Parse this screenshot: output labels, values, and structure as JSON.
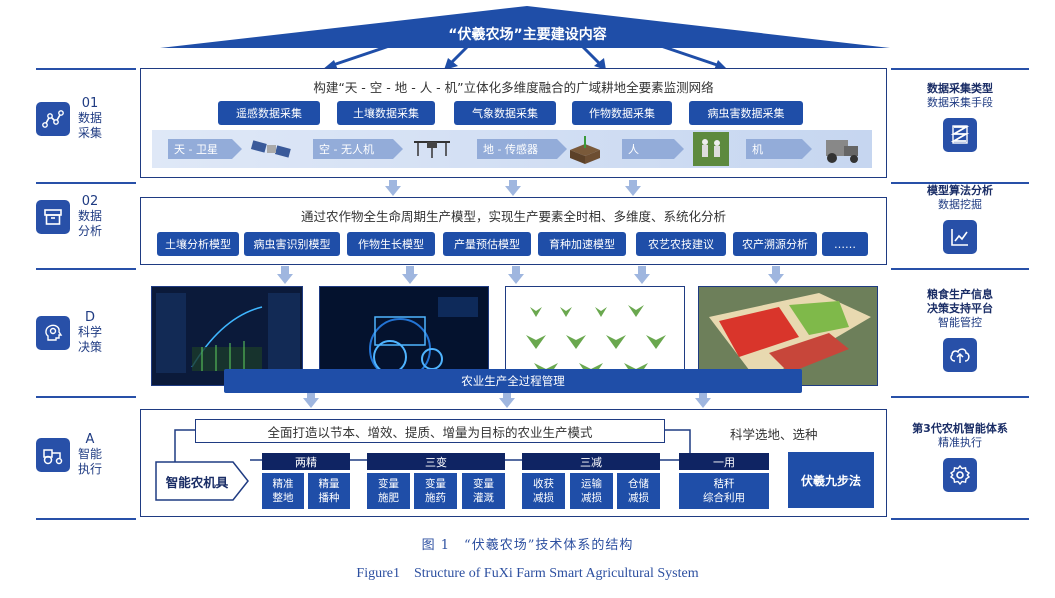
{
  "header": {
    "title": "“伏羲农场”主要建设内容"
  },
  "layers": [
    {
      "num": "01",
      "name1": "数据",
      "name2": "采集"
    },
    {
      "num": "02",
      "name1": "数据",
      "name2": "分析"
    },
    {
      "num": "D",
      "name1": "科学",
      "name2": "决策"
    },
    {
      "num": "A",
      "name1": "智能",
      "name2": "执行"
    }
  ],
  "right": [
    {
      "title": "数据采集类型",
      "sub": "数据采集手段"
    },
    {
      "title": "模型算法分析",
      "sub": "数据挖掘"
    },
    {
      "title1": "粮食生产信息",
      "title2": "决策支持平台",
      "sub": "智能管控"
    },
    {
      "title": "第3代农机智能体系",
      "sub": "精准执行"
    }
  ],
  "collect": {
    "title": "构建“天 - 空 - 地 - 人 - 机”立体化多维度融合的广域耕地全要素监测网络",
    "chips": [
      "遥感数据采集",
      "土壤数据采集",
      "气象数据采集",
      "作物数据采集",
      "病虫害数据采集"
    ],
    "sources": [
      "天 - 卫星",
      "空 - 无人机",
      "地 - 传感器",
      "人",
      "机"
    ]
  },
  "analysis": {
    "title": "通过农作物全生命周期生产模型，实现生产要素全时相、多维度、系统化分析",
    "chips": [
      "土壤分析模型",
      "病虫害识别模型",
      "作物生长模型",
      "产量预估模型",
      "育种加速模型",
      "农艺农技建议",
      "农产溯源分析",
      "……"
    ]
  },
  "decision": {
    "bar": "农业生产全过程管理"
  },
  "execution": {
    "goal": "全面打造以节本、增效、提质、增量为目标的农业生产模式",
    "side_note": "科学选地、选种",
    "machine_label": "智能农机具",
    "groups": [
      {
        "head": "两精",
        "items": [
          "精准\n整地",
          "精量\n播种"
        ]
      },
      {
        "head": "三变",
        "items": [
          "变量\n施肥",
          "变量\n施药",
          "变量\n灌溉"
        ]
      },
      {
        "head": "三减",
        "items": [
          "收获\n减损",
          "运输\n减损",
          "仓储\n减损"
        ]
      },
      {
        "head": "一用",
        "items": [
          "秸秆\n综合利用"
        ]
      }
    ],
    "nine_steps": "伏羲九步法"
  },
  "caption": {
    "cn": "图 1　“伏羲农场”技术体系的结构",
    "en": "Figure1　Structure of FuXi Farm Smart Agricultural System"
  },
  "colors": {
    "primary": "#1f4ea8",
    "dark": "#0f2463",
    "light": "#9fb6df",
    "text": "#1f3b82"
  }
}
